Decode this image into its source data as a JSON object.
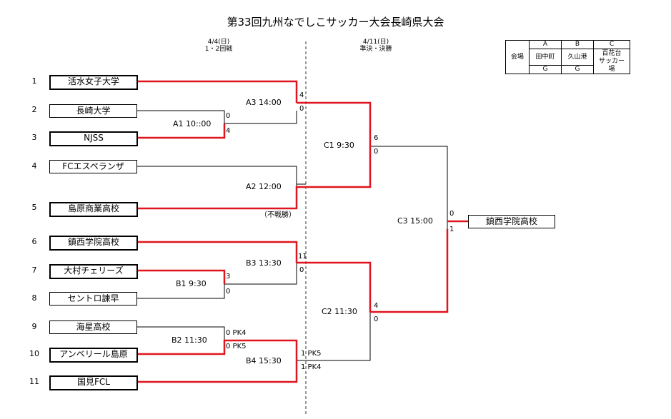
{
  "title": "第33回九州なでしこサッカー大会長崎県大会",
  "round_dates": [
    {
      "date": "4/4(日)",
      "rounds": "1・2回戦"
    },
    {
      "date": "4/11(日)",
      "rounds": "準決・決勝"
    }
  ],
  "venue_table": {
    "header_cell": "会場",
    "columns": [
      {
        "code": "A",
        "name": "田中町",
        "sub": "G"
      },
      {
        "code": "B",
        "name": "久山港",
        "sub": "G"
      },
      {
        "code": "C",
        "name": "百花台\nサッカー場",
        "sub": ""
      }
    ]
  },
  "teams": [
    {
      "seed": "1",
      "name": "活水女子大学"
    },
    {
      "seed": "2",
      "name": "長崎大学"
    },
    {
      "seed": "3",
      "name": "NJSS"
    },
    {
      "seed": "4",
      "name": "FCエスペランザ"
    },
    {
      "seed": "5",
      "name": "島原商業高校"
    },
    {
      "seed": "6",
      "name": "鎮西学院高校"
    },
    {
      "seed": "7",
      "name": "大村チェリーズ"
    },
    {
      "seed": "8",
      "name": "セントロ諌早"
    },
    {
      "seed": "9",
      "name": "海星高校"
    },
    {
      "seed": "10",
      "name": "アンベリール島原"
    },
    {
      "seed": "11",
      "name": "国見FCL"
    }
  ],
  "matches": [
    {
      "id": "A1",
      "label": "A1 10::00",
      "scores": [
        "0",
        "4"
      ]
    },
    {
      "id": "A3",
      "label": "A3 14:00",
      "scores": [
        "4",
        "0"
      ]
    },
    {
      "id": "A2",
      "label": "A2 12:00",
      "scores": [],
      "note": "（不戦勝）"
    },
    {
      "id": "B1",
      "label": "B1 9:30",
      "scores": [
        "3",
        "0"
      ]
    },
    {
      "id": "B3",
      "label": "B3 13:30",
      "scores": [
        "11",
        "0"
      ]
    },
    {
      "id": "B2",
      "label": "B2 11:30",
      "scores": [
        "0 PK4",
        "0 PK5"
      ]
    },
    {
      "id": "B4",
      "label": "B4 15:30",
      "scores": [
        "1 PK5",
        "1 PK4"
      ]
    },
    {
      "id": "C1",
      "label": "C1 9:30",
      "scores": [
        "6",
        "0"
      ]
    },
    {
      "id": "C2",
      "label": "C2 11:30",
      "scores": [
        "4",
        "0"
      ]
    },
    {
      "id": "C3",
      "label": "C3 15:00",
      "scores": [
        "0",
        "1"
      ]
    }
  ],
  "champion": "鎮西学院高校",
  "colors": {
    "winner_line": "#e0141e",
    "line": "#000000",
    "divider": "#333333"
  }
}
